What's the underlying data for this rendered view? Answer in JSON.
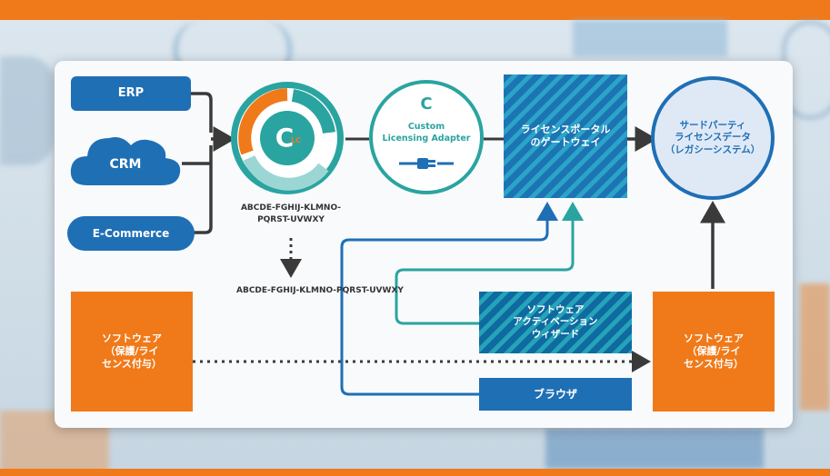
{
  "nodes": {
    "erp": "ERP",
    "crm": "CRM",
    "ecommerce": "E-Commerce",
    "clc_logo": "C",
    "clc_sub": "LC",
    "adapter_logo": "C",
    "adapter_title_1": "Custom",
    "adapter_title_2": "Licensing Adapter",
    "portal_1": "ライセンスポータル",
    "portal_2": "のゲートウェイ",
    "third_party_1": "サードパーティ",
    "third_party_2": "ライセンスデータ",
    "third_party_3": "（レガシーシステム）",
    "software_left_1": "ソフトウェア",
    "software_left_2": "（保護/ライ",
    "software_left_3": "センス付与）",
    "software_right_1": "ソフトウェア",
    "software_right_2": "（保護/ライ",
    "software_right_3": "センス付与）",
    "wizard_1": "ソフトウェア",
    "wizard_2": "アクティベーション",
    "wizard_3": "ウィザード",
    "browser": "ブラウザ"
  },
  "codes": {
    "key_line_1": "ABCDE-FGHIJ-KLMNO-",
    "key_line_2": "PQRST-UVWXY",
    "key_full": "ABCDE-FGHIJ-KLMNO-PQRST-UVWXY"
  },
  "colors": {
    "orange": "#f07a1a",
    "blue": "#1f6fb5",
    "teal": "#2aa4a0",
    "dark_arrow": "#3a3a3a"
  }
}
